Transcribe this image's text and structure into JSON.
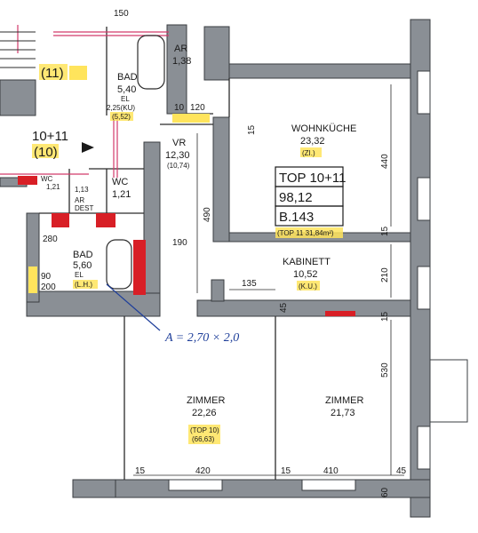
{
  "plan": {
    "unit_label_top": "10+11",
    "unit_label_sub": "(10)",
    "unit_11_marker": "(11)",
    "top_box": {
      "line1": "TOP 10+11",
      "line2": "98,12",
      "line3": "B.143",
      "note": "(TOP 11  31,84m²)"
    },
    "annotation": "A = 2,70 × 2,0",
    "rooms": [
      {
        "name": "WOHNKÜCHE",
        "area": "23,32",
        "note": "(ZI.)"
      },
      {
        "name": "KABINETT",
        "area": "10,52",
        "note": "(K.U.)"
      },
      {
        "name": "ZIMMER",
        "area": "22,26",
        "note": "(TOP 10)",
        "note2": "(66,63)"
      },
      {
        "name": "ZIMMER",
        "area": "21,73"
      },
      {
        "name": "VR",
        "area": "12,30",
        "note": "(10,74)"
      },
      {
        "name": "BAD",
        "area": "5,40",
        "sub": "EL",
        "note": "2,25(KU)",
        "note2": "(5,52)"
      },
      {
        "name": "AR",
        "area": "1,38"
      },
      {
        "name": "BAD",
        "area": "5,60",
        "sub": "EL",
        "note": "(L.H.)"
      },
      {
        "name": "WC",
        "area": "1,21"
      },
      {
        "name": "WC",
        "area": "1,21"
      },
      {
        "name": "AR",
        "sub": "DEST"
      },
      {
        "name": "1,13"
      }
    ],
    "dimensions": {
      "d440": "440",
      "d15a": "15",
      "d490": "490",
      "d190": "190",
      "d210": "210",
      "d15b": "15",
      "d135": "135",
      "d45a": "45",
      "d530": "530",
      "d420": "420",
      "d410": "410",
      "d15c": "15",
      "d15d": "15",
      "d45b": "45",
      "d60": "60",
      "d280": "280",
      "d120": "120",
      "d10": "10",
      "d15e": "15",
      "d150": "150",
      "d200": "200",
      "d90": "90"
    }
  },
  "colors": {
    "wall": "#8a8f95",
    "wall_dark": "#5c6168",
    "red_fill": "#d81f26",
    "pink_line": "#d23a6a",
    "highlight": "#ffe45c",
    "blue_ink": "#1f3f9a"
  }
}
